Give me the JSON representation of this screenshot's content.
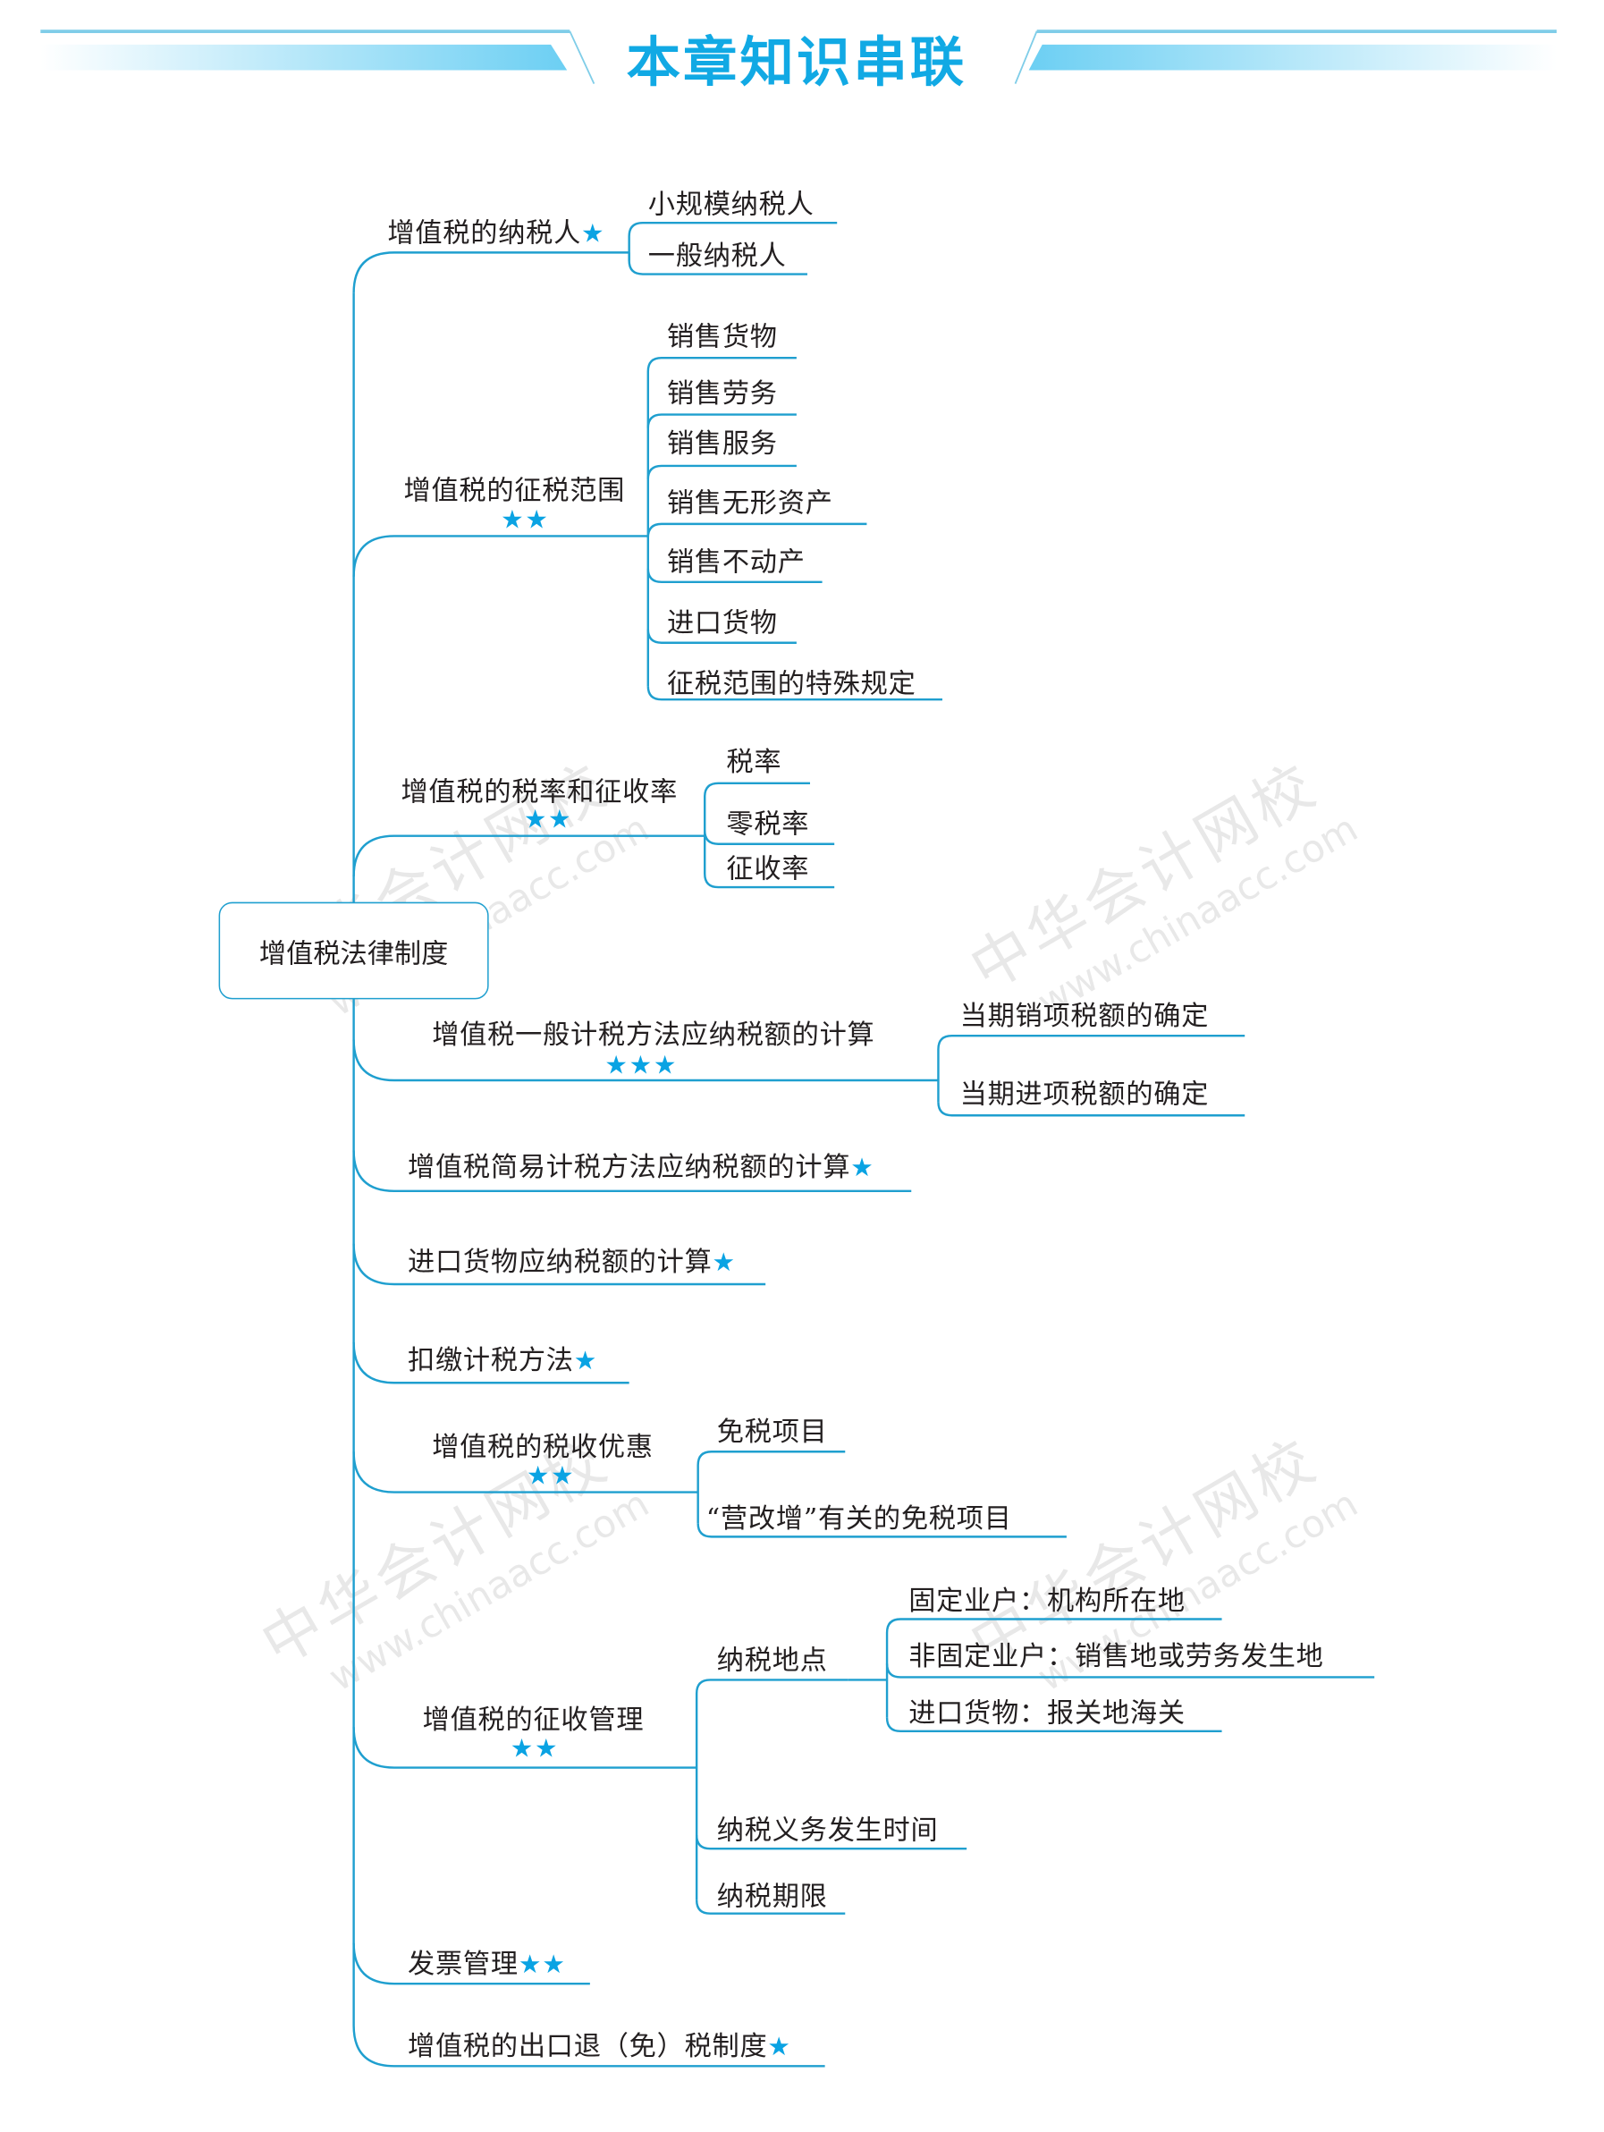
{
  "header": {
    "title": "本章知识串联"
  },
  "watermark": {
    "name": "中华会计网校",
    "url": "www.chinaacc.com"
  },
  "root": {
    "label": "增值税法律制度"
  },
  "branches": [
    {
      "label": "增值税的纳税人",
      "stars": "★",
      "children": [
        {
          "label": "小规模纳税人"
        },
        {
          "label": "一般纳税人"
        }
      ]
    },
    {
      "label": "增值税的征税范围",
      "stars": "★★",
      "children": [
        {
          "label": "销售货物"
        },
        {
          "label": "销售劳务"
        },
        {
          "label": "销售服务"
        },
        {
          "label": "销售无形资产"
        },
        {
          "label": "销售不动产"
        },
        {
          "label": "进口货物"
        },
        {
          "label": "征税范围的特殊规定"
        }
      ]
    },
    {
      "label": "增值税的税率和征收率",
      "stars": "★★",
      "children": [
        {
          "label": "税率"
        },
        {
          "label": "零税率"
        },
        {
          "label": "征收率"
        }
      ]
    },
    {
      "label": "增值税一般计税方法应纳税额的计算",
      "stars": "★★★",
      "children": [
        {
          "label": "当期销项税额的确定"
        },
        {
          "label": "当期进项税额的确定"
        }
      ]
    },
    {
      "label": "增值税简易计税方法应纳税额的计算",
      "stars": "★"
    },
    {
      "label": "进口货物应纳税额的计算",
      "stars": "★"
    },
    {
      "label": "扣缴计税方法",
      "stars": "★"
    },
    {
      "label": "增值税的税收优惠",
      "stars": "★★",
      "children": [
        {
          "label": "免税项目"
        },
        {
          "label": "“营改增”有关的免税项目"
        }
      ]
    },
    {
      "label": "增值税的征收管理",
      "stars": "★★",
      "children": [
        {
          "label": "纳税地点",
          "children": [
            {
              "label": "固定业户：机构所在地"
            },
            {
              "label": "非固定业户：销售地或劳务发生地"
            },
            {
              "label": "进口货物：报关地海关"
            }
          ]
        },
        {
          "label": "纳税义务发生时间"
        },
        {
          "label": "纳税期限"
        }
      ]
    },
    {
      "label": "发票管理",
      "stars": "★★"
    },
    {
      "label": "增值税的出口退（免）税制度",
      "stars": "★"
    }
  ]
}
